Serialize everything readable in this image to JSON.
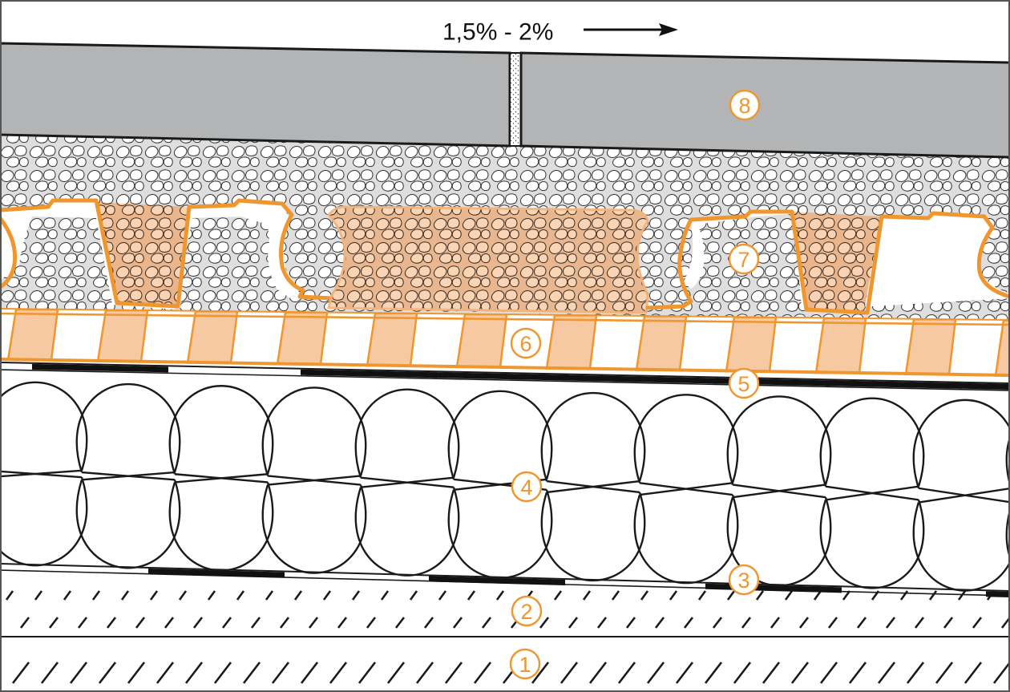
{
  "slope_label": "1,5% - 2%",
  "layer_numbers": [
    "1",
    "2",
    "3",
    "4",
    "5",
    "6",
    "7",
    "8"
  ],
  "colors": {
    "accent_orange": "#f0962f",
    "orange_fill": "#f7c9a2",
    "paver_gray": "#b2b4b5",
    "outline": "#1a1a1a"
  }
}
